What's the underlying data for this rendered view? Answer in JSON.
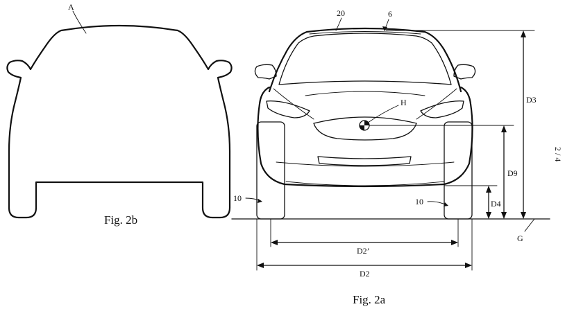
{
  "figures": {
    "fig2a": {
      "caption": "Fig. 2a"
    },
    "fig2b": {
      "caption": "Fig. 2b"
    }
  },
  "page_number": "2 / 4",
  "labels": {
    "a": "A",
    "ref20": "20",
    "ref6": "6",
    "h": "H",
    "ref10_left": "10",
    "ref10_right": "10",
    "g": "G"
  },
  "dimensions": {
    "d2": "D2",
    "d2_prime": "D2’",
    "d3": "D3",
    "d4": "D4",
    "d9": "D9"
  }
}
